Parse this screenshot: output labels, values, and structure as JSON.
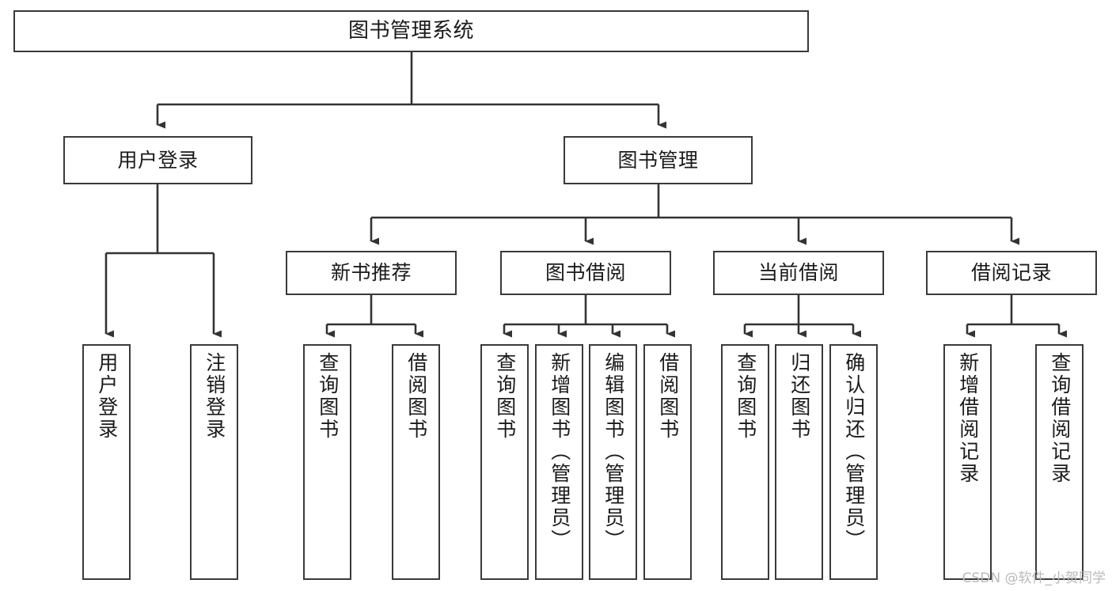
{
  "diagram": {
    "title": "图书管理系统",
    "type": "tree",
    "orientation": "top-down",
    "colors": {
      "background": "#ffffff",
      "node_border": "#3a3a3a",
      "node_fill": "#ffffff",
      "edge": "#333333",
      "text": "#1a1a1a",
      "watermark": "#b9b9b9"
    },
    "nodes": {
      "root": {
        "label": "图书管理系统"
      },
      "level2": [
        {
          "label": "用户登录"
        },
        {
          "label": "图书管理"
        }
      ],
      "level3": [
        {
          "label": "新书推荐"
        },
        {
          "label": "图书借阅"
        },
        {
          "label": "当前借阅"
        },
        {
          "label": "借阅记录"
        }
      ],
      "leaves_user_login": [
        {
          "label": "用户登录"
        },
        {
          "label": "注销登录"
        }
      ],
      "leaves_new_book": [
        {
          "label": "查询图书"
        },
        {
          "label": "借阅图书"
        }
      ],
      "leaves_borrow": [
        {
          "label": "查询图书"
        },
        {
          "label": "新增图书（管理员）"
        },
        {
          "label": "编辑图书（管理员）"
        },
        {
          "label": "借阅图书"
        }
      ],
      "leaves_current": [
        {
          "label": "查询图书"
        },
        {
          "label": "归还图书"
        },
        {
          "label": "确认归还（管理员）"
        }
      ],
      "leaves_records": [
        {
          "label": "新增借阅记录"
        },
        {
          "label": "查询借阅记录"
        }
      ]
    }
  },
  "watermark": {
    "text": "CSDN @软件_小贺同学"
  }
}
